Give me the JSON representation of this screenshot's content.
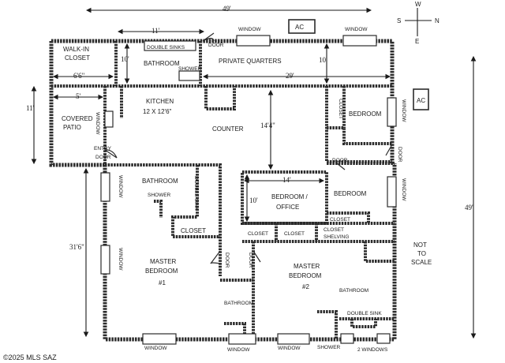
{
  "rooms": {
    "walk_in_closet": [
      "WALK-IN",
      "CLOSET"
    ],
    "double_sinks_top": "DOUBLE SINKS",
    "door_top": "DOOR",
    "bathroom_top": "BATHROOM",
    "shower_top": "SHOWER",
    "private_quarters": "PRIVATE QUARTERS",
    "kitchen": "KITCHEN",
    "kitchen_size": "12 X 12'6\"",
    "counter": "COUNTER",
    "covered_patio": [
      "COVERED",
      "PATIO"
    ],
    "entry_door": [
      "ENTRY",
      "DOOR"
    ],
    "closet_ne": "CLOSET",
    "bedroom_ne": "BEDROOM",
    "bathroom_mid": "BATHROOM",
    "shower_mid": "SHOWER",
    "double_sink_mid": "DOUBLE SINK",
    "closet_mid": "CLOSET",
    "bedroom_office": [
      "BEDROOM /",
      "OFFICE"
    ],
    "bedroom_mid": "BEDROOM",
    "closet_small": "CLOSET",
    "closet_a": "CLOSET",
    "closet_b": "CLOSET",
    "closet_shelving": [
      "CLOSET",
      "SHELVING"
    ],
    "master1": [
      "MASTER",
      "BEDROOM",
      "#1"
    ],
    "master2": [
      "MASTER",
      "BEDROOM",
      "#2"
    ],
    "bathroom_small": "BATHROOM",
    "bathroom_m2": "BATHROOM",
    "double_sink_m2": "DOUBLE SINK",
    "shower_bottom": "SHOWER",
    "two_windows": "2 WINDOWS",
    "door_generic": "DOOR"
  },
  "windows": {
    "label": "WINDOW"
  },
  "ac": {
    "label": "AC"
  },
  "dimensions": {
    "total_width": "49'",
    "total_height": "49'",
    "bath_width": "11'",
    "h10a": "10'",
    "h10b": "10'",
    "w66": "6'6\"",
    "w29": "29'",
    "w5": "5'",
    "h11": "11'",
    "h144": "14'4\"",
    "w14": "14'",
    "h10c": "10'",
    "h316": "31'6\""
  },
  "compass": {
    "n": "N",
    "s": "S",
    "e": "E",
    "w": "W"
  },
  "note": [
    "NOT",
    "TO",
    "SCALE"
  ],
  "copyright": "©2025 MLS SAZ"
}
